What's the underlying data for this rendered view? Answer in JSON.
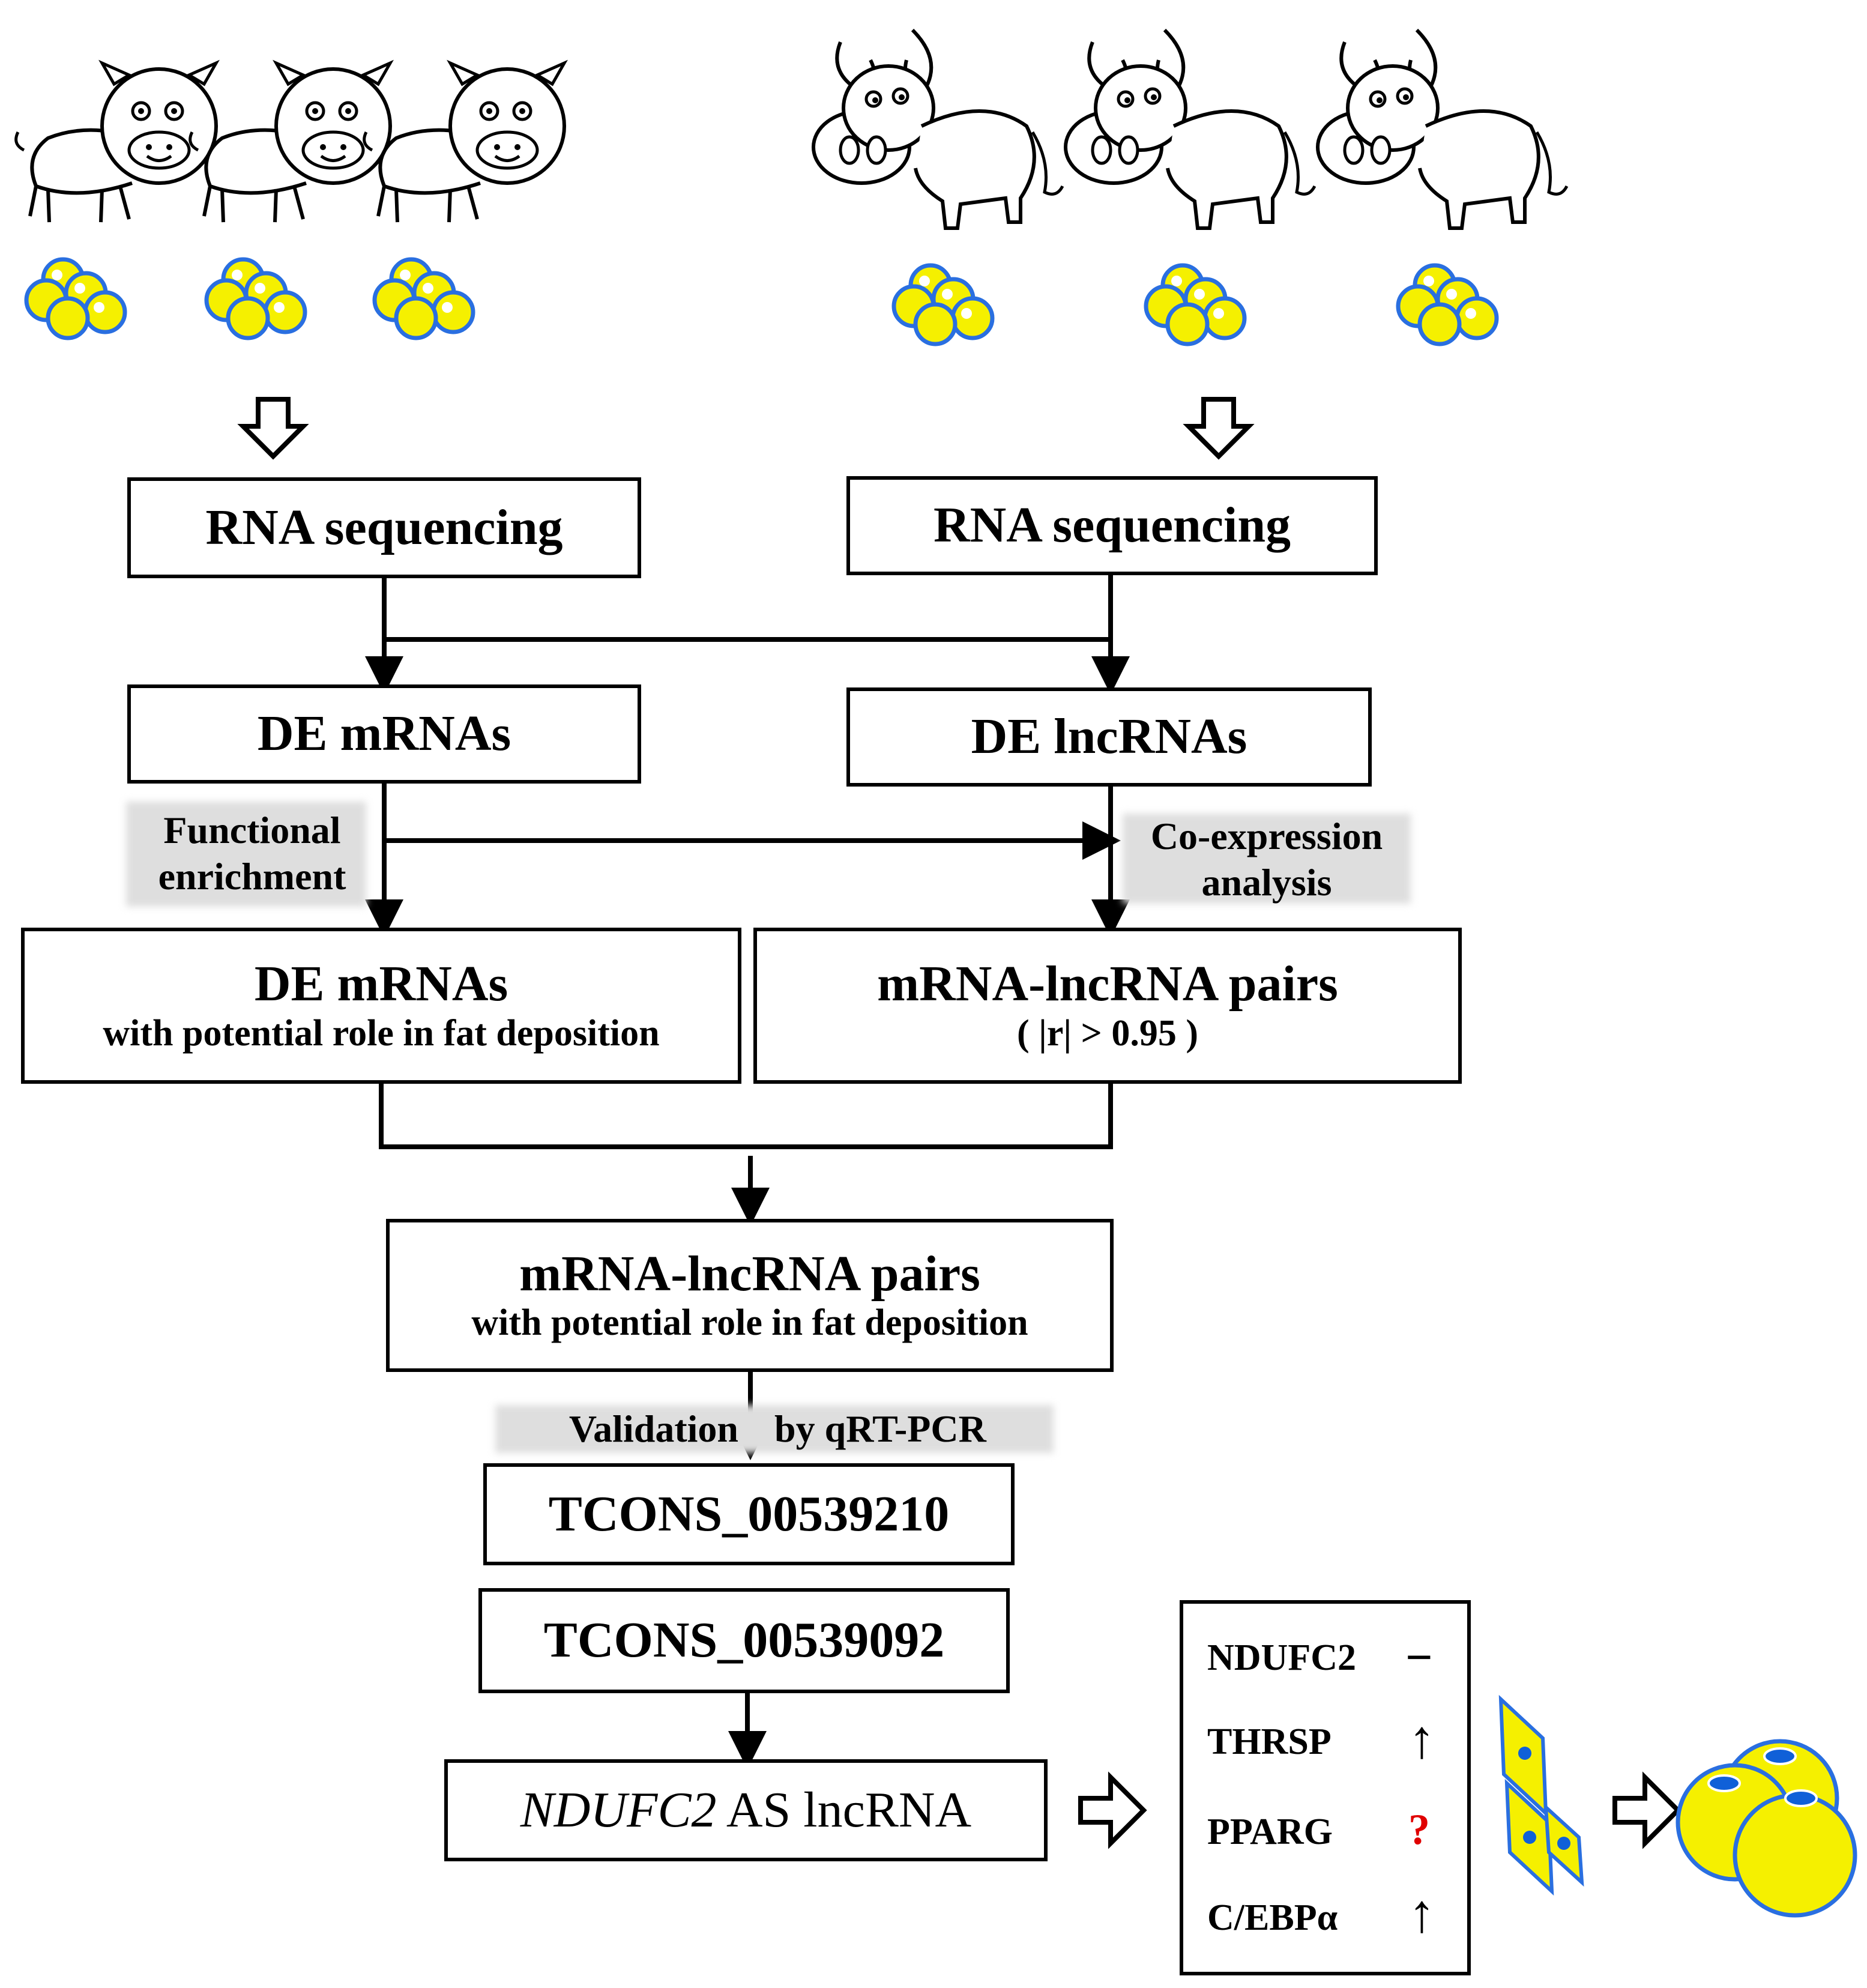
{
  "boxes": {
    "rna_left": "RNA sequencing",
    "rna_right": "RNA sequencing",
    "de_mrnas": "DE mRNAs",
    "de_lncrnas": "DE lncRNAs",
    "de_mrnas_role_title": "DE mRNAs",
    "de_mrnas_role_sub": "with potential role in fat deposition",
    "pairs_title": "mRNA-lncRNA pairs",
    "pairs_sub": "( |r| > 0.95 )",
    "pairs_role_title": "mRNA-lncRNA pairs",
    "pairs_role_sub": "with potential role in fat deposition",
    "tcons_1": "TCONS_00539210",
    "tcons_2": "TCONS_00539092",
    "final_gene": "NDUFC2",
    "final_rest": " AS lncRNA"
  },
  "labels": {
    "functional_1": "Functional",
    "functional_2": "enrichment",
    "coexp_1": "Co-expression",
    "coexp_2": "analysis",
    "validation": "Validation",
    "by_qrt": "by qRT-PCR"
  },
  "genes": [
    {
      "name": "NDUFC2",
      "effect": "−"
    },
    {
      "name": "THRSP",
      "effect": "↑"
    },
    {
      "name": "PPARG",
      "effect": "?"
    },
    {
      "name": "C/EBPα",
      "effect": "↑"
    }
  ],
  "colors": {
    "cell_fill": "#f5f000",
    "cell_stroke": "#2a6fe0",
    "nucleus": "#1060d8",
    "question": "#e00000"
  }
}
